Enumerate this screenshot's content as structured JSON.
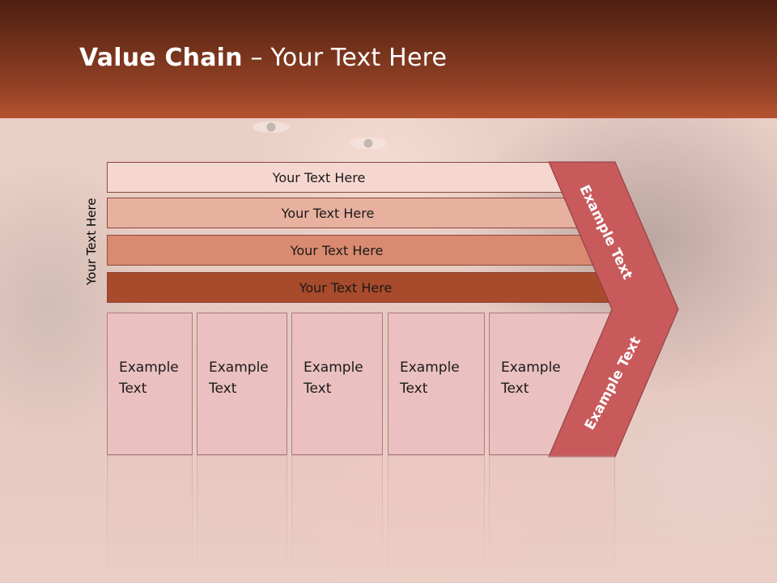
{
  "title": {
    "bold": "Value Chain",
    "rest": " – Your Text Here"
  },
  "side_label": "Your Text Here",
  "bars": [
    {
      "label": "Your Text Here"
    },
    {
      "label": "Your Text Here"
    },
    {
      "label": "Your Text Here"
    },
    {
      "label": "Your Text Here"
    }
  ],
  "boxes": [
    {
      "text": "Example\nText"
    },
    {
      "text": "Example\nText"
    },
    {
      "text": "Example\nText"
    },
    {
      "text": "Example\nText"
    },
    {
      "text": "Example\nText"
    }
  ],
  "chevron": {
    "upper": "Example Text",
    "lower": "Example Text",
    "color": "#c85a5c"
  },
  "colors": {
    "header_dark": "#4f1f12",
    "header_light": "#b4532f"
  }
}
